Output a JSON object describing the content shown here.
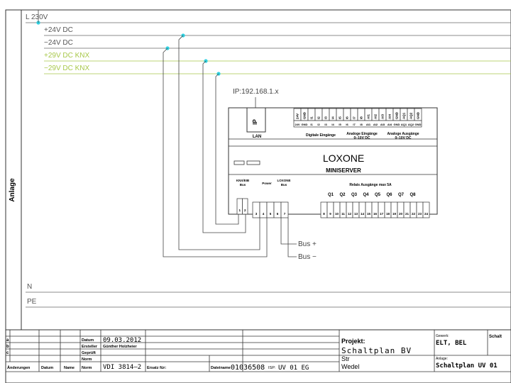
{
  "side_label": "Anlage",
  "rails": {
    "l230": "L 230V",
    "p24": "+24V DC",
    "m24": "−24V DC",
    "p29": "+29V DC KNX",
    "m29": "−29V DC KNX",
    "n": "N",
    "pe": "PE"
  },
  "colors": {
    "rail_dark": "#555555",
    "rail_knx": "#a8c84a",
    "junction": "#2fd0e0",
    "line": "#333333"
  },
  "device": {
    "ip_label": "IP:192.168.1.x",
    "ip_box": "IP",
    "lan": "LAN",
    "brand": "LOXONE",
    "model": "MINISERVER",
    "digital_inputs": "Digitale Eingänge",
    "analog_inputs": "Analoge Eingänge",
    "analog_inputs_range": "0–10V DC",
    "analog_outputs": "Analoge Ausgänge",
    "analog_outputs_range": "0–10V DC",
    "knx_bus": "KNX/EIB",
    "knx_bus2": "Bus",
    "power": "Power",
    "loxone_bus": "LOXONE",
    "loxone_bus2": "Bus",
    "relay_title": "Relais Ausgänge max 5A",
    "relays": [
      "Q1",
      "Q2",
      "Q3",
      "Q4",
      "Q5",
      "Q6",
      "Q7",
      "Q8"
    ],
    "top_terminals": [
      "24V",
      "GND",
      "I1",
      "I2",
      "I3",
      "I4",
      "I5",
      "I6",
      "I7",
      "I8",
      "AI1",
      "AI2",
      "AI3",
      "AI4",
      "GND",
      "AQ1",
      "AQ2",
      "GND"
    ],
    "bottom_terminals_left": [
      "1",
      "2",
      "3",
      "4",
      "5",
      "6",
      "7"
    ],
    "bottom_terminals_right": [
      "8",
      "9",
      "10",
      "11",
      "12",
      "13",
      "14",
      "15",
      "16",
      "17",
      "18",
      "19",
      "20",
      "21",
      "22",
      "23",
      "24"
    ]
  },
  "bus_plus": "Bus +",
  "bus_minus": "Bus −",
  "title_block": {
    "rows": [
      "a",
      "b",
      "c"
    ],
    "datum_label": "Datum",
    "datum_value": "09.03.2012",
    "ersteller_label": "Ersteller",
    "ersteller_value": "Günther Holzheier",
    "geprueft_label": "Geprüft",
    "norm_label": "Norm",
    "norm_value": "VDI 3814—2",
    "ersatz_label": "Ersatz für:",
    "aenderungen": "Änderungen",
    "datum_col": "Datum",
    "name_col": "Name",
    "dateiname_label": "Dateiname",
    "dateiname_value": "01036508",
    "isp_label": "ISP:",
    "isp_value": "UV 01 EG",
    "projekt_label": "Projekt:",
    "projekt_value": "Schaltplan BV",
    "str": "Str",
    "ort": "Wedel",
    "gewerk_label": "Gewerk:",
    "gewerk_value": "ELT, BEL",
    "anlage_label": "Anlage:",
    "anlage_value": "Schaltplan UV 01",
    "schalt": "Schalt"
  }
}
